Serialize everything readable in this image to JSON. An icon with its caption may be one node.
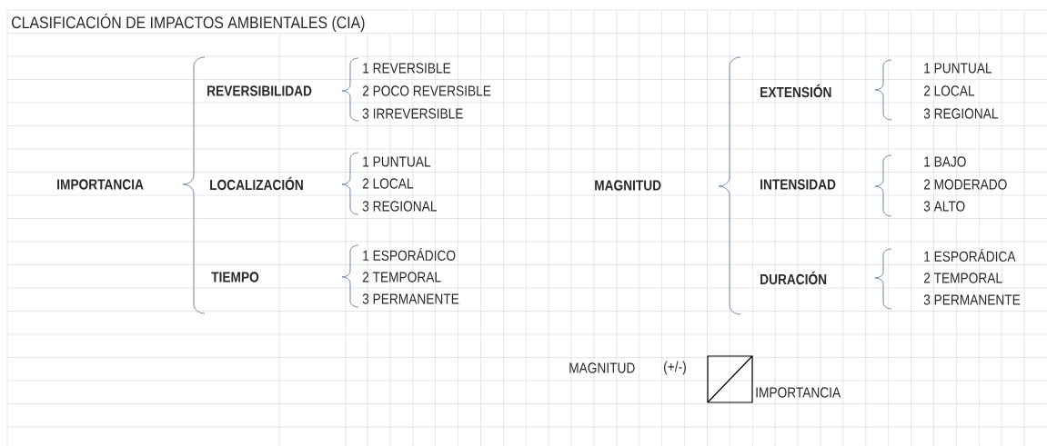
{
  "diagram": {
    "title": "CLASIFICACIÓN DE IMPACTOS AMBIENTALES (CIA)",
    "labels": [
      "IMPORTANCIA",
      "REVERSIBILIDAD",
      "1 REVERSIBLE",
      "2 POCO REVERSIBLE",
      "3 IRREVERSIBLE",
      "LOCALIZACIÓN",
      "1 PUNTUAL",
      "2 LOCAL",
      "3 REGIONAL",
      "TIEMPO",
      "1 ESPORÁDICO",
      "2 TEMPORAL",
      "3 PERMANENTE",
      "MAGNITUD",
      "EXTENSIÓN",
      "1 PUNTUAL",
      "2 LOCAL",
      "3 REGIONAL",
      "INTENSIDAD",
      "1 BAJO",
      "2 MODERADO",
      "3 ALTO",
      "DURACIÓN",
      "1 ESPORÁDICA",
      "2 TEMPORAL",
      "3 PERMANENTE",
      "MAGNITUD",
      "(+/-)",
      "IMPORTANCIA"
    ]
  }
}
